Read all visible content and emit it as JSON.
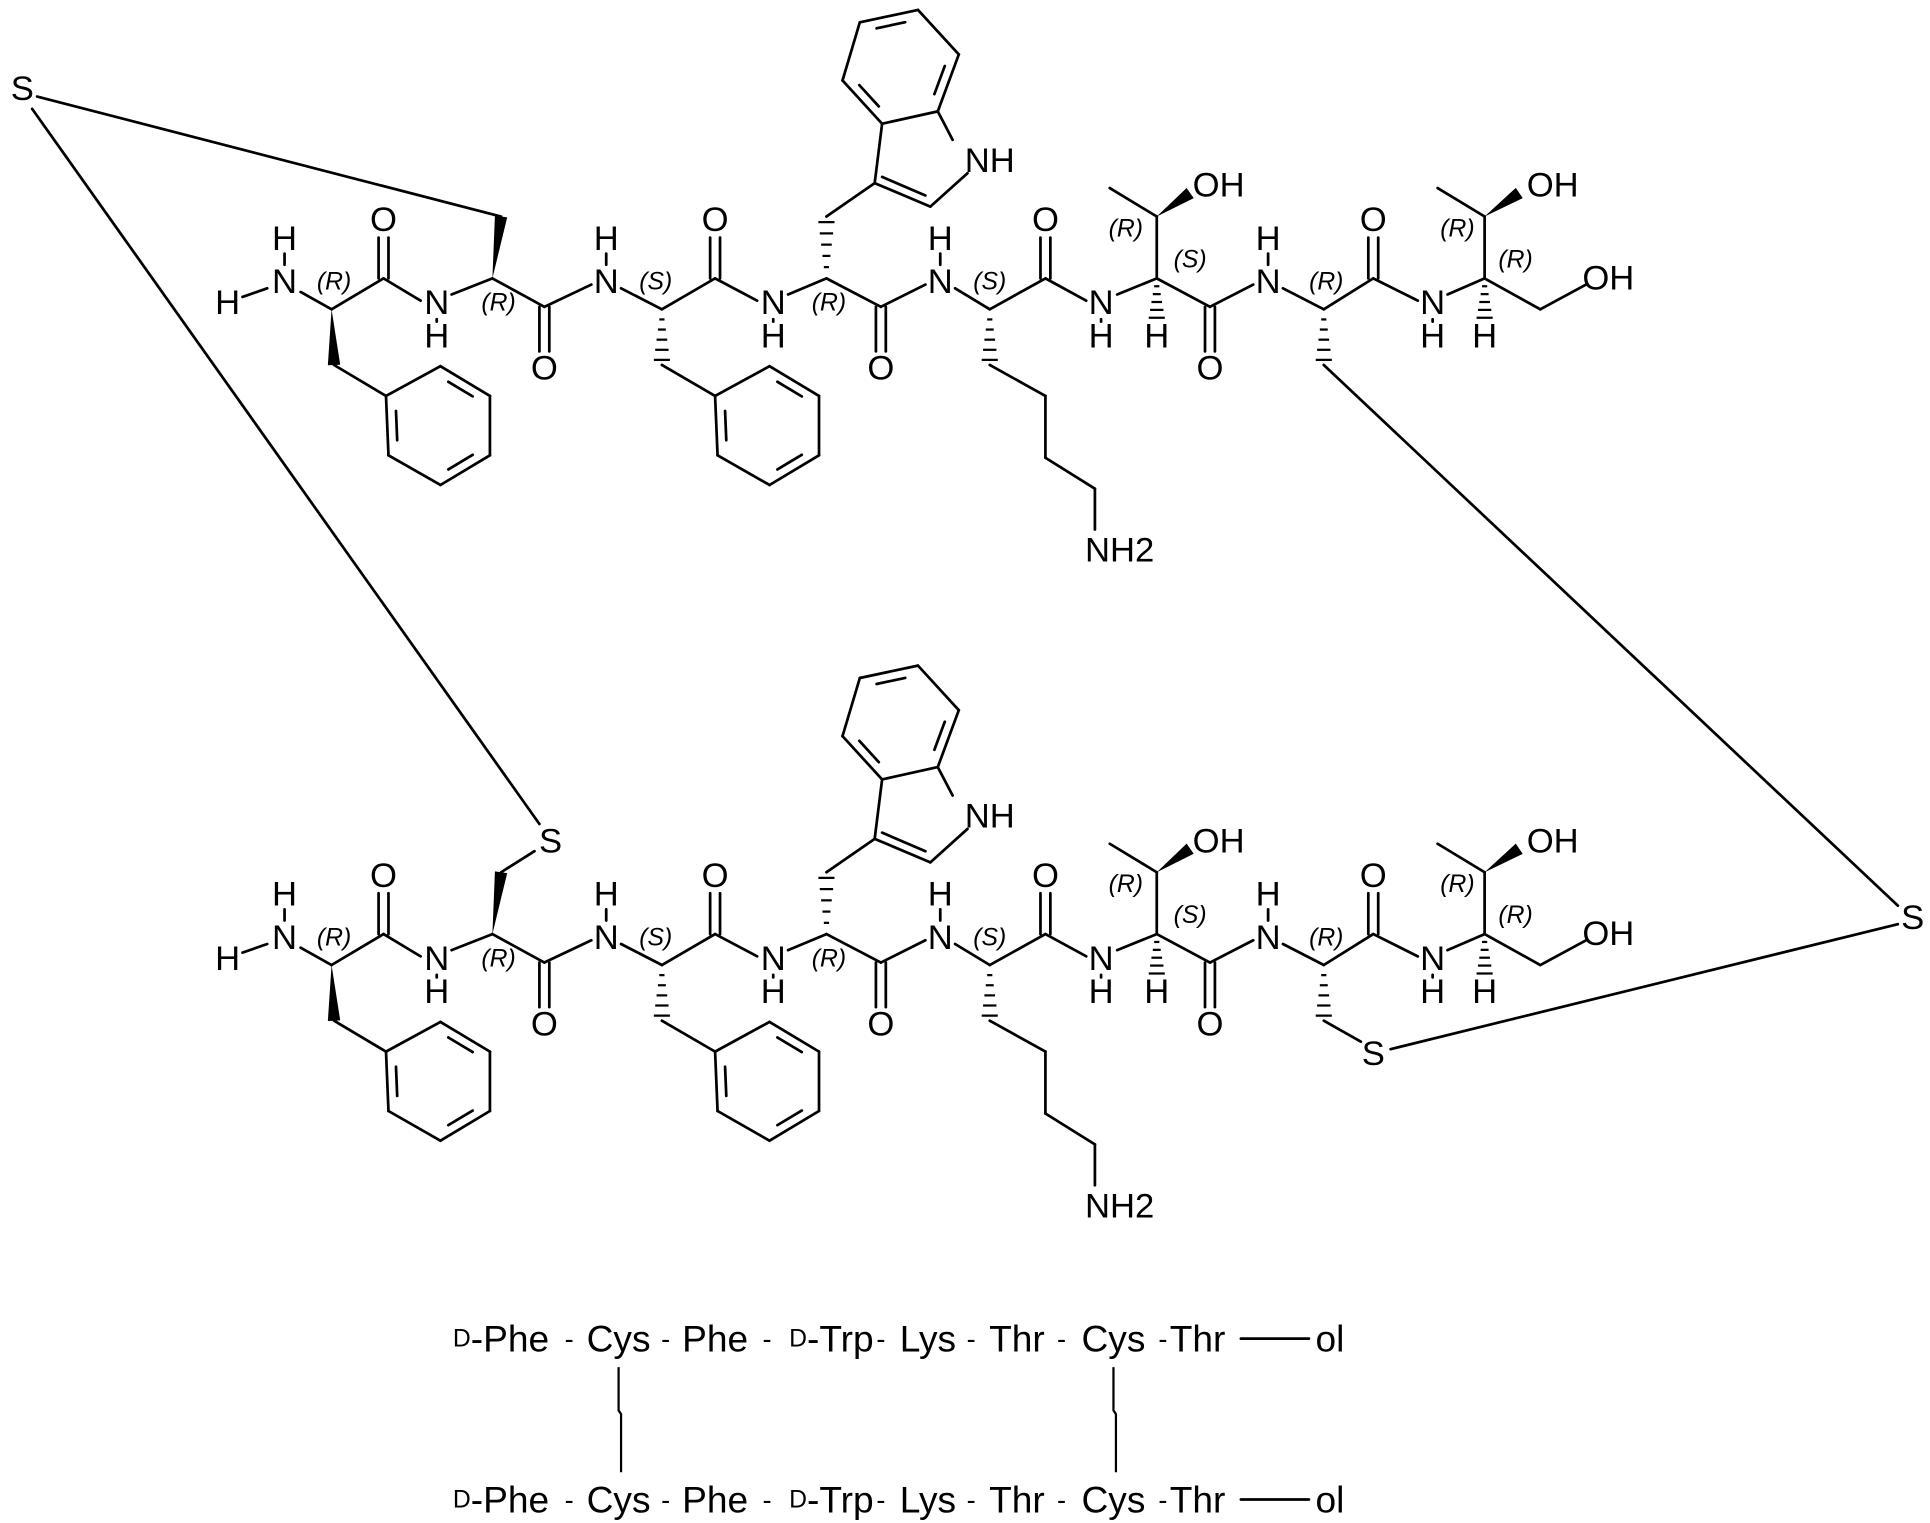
{
  "structure": {
    "chain_atom_labels": [
      "H",
      "N",
      "H",
      "O",
      "N",
      "H",
      "O",
      "H",
      "N",
      "O",
      "N",
      "H",
      "O",
      "NH",
      "H",
      "N",
      "NH2",
      "O",
      "N",
      "H",
      "OH",
      "H",
      "O",
      "H",
      "N",
      "O",
      "N",
      "H",
      "OH",
      "H",
      "OH"
    ],
    "stereo_descriptors": [
      "(R)",
      "(R)",
      "(S)",
      "(R)",
      "(S)",
      "(R)",
      "(S)",
      "(R)",
      "(R)",
      "(R)"
    ],
    "bottom_chain_sulfur_labels": [
      "S",
      "S"
    ],
    "bridge_sulfur_left": "S",
    "bridge_sulfur_right": "S"
  },
  "sequence": {
    "rows": [
      [
        {
          "prefix": "D",
          "name": "-Phe"
        },
        {
          "prefix": "",
          "name": "Cys"
        },
        {
          "prefix": "",
          "name": "Phe"
        },
        {
          "prefix": "D",
          "name": "-Trp"
        },
        {
          "prefix": "",
          "name": "Lys"
        },
        {
          "prefix": "",
          "name": "Thr"
        },
        {
          "prefix": "",
          "name": "Cys"
        },
        {
          "prefix": "",
          "name": "Thr"
        },
        {
          "prefix": "",
          "name": "ol"
        }
      ],
      [
        {
          "prefix": "D",
          "name": "-Phe"
        },
        {
          "prefix": "",
          "name": "Cys"
        },
        {
          "prefix": "",
          "name": "Phe"
        },
        {
          "prefix": "D",
          "name": "-Trp"
        },
        {
          "prefix": "",
          "name": "Lys"
        },
        {
          "prefix": "",
          "name": "Thr"
        },
        {
          "prefix": "",
          "name": "Cys"
        },
        {
          "prefix": "",
          "name": "Thr"
        },
        {
          "prefix": "",
          "name": "ol"
        }
      ]
    ],
    "link_symbol": "-"
  }
}
